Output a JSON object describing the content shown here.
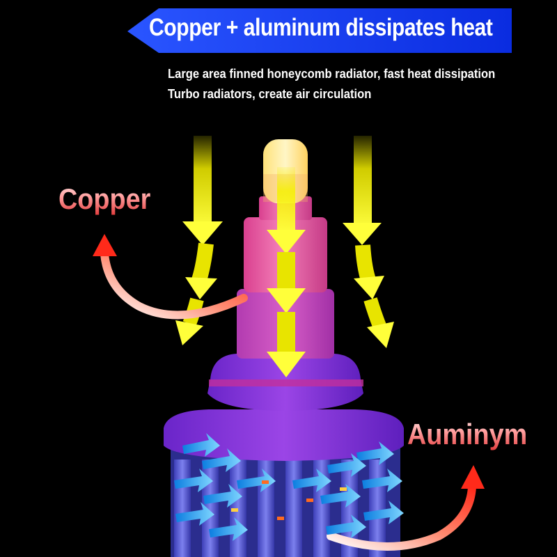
{
  "banner": {
    "title": "Copper + aluminum dissipates heat",
    "color": "#1a3df0"
  },
  "description": {
    "line1": "Large area finned honeycomb radiator, fast heat dissipation",
    "line2": "Turbo radiators, create air circulation"
  },
  "labels": {
    "copper": "Copper",
    "aluminum": "Auminym"
  },
  "colors": {
    "airflow_arrows": "#f5f000",
    "heat_arrows": "#ff2a1a",
    "cooling_arrows": "#2aa8ff",
    "bulb_body": "#e45aa8",
    "bulb_base": "#8a2be2"
  },
  "icons": {
    "down_arrow": "down-arrow-icon",
    "curved_arrow": "curved-arrow-icon",
    "cooling_arrow": "cooling-arrow-icon"
  }
}
